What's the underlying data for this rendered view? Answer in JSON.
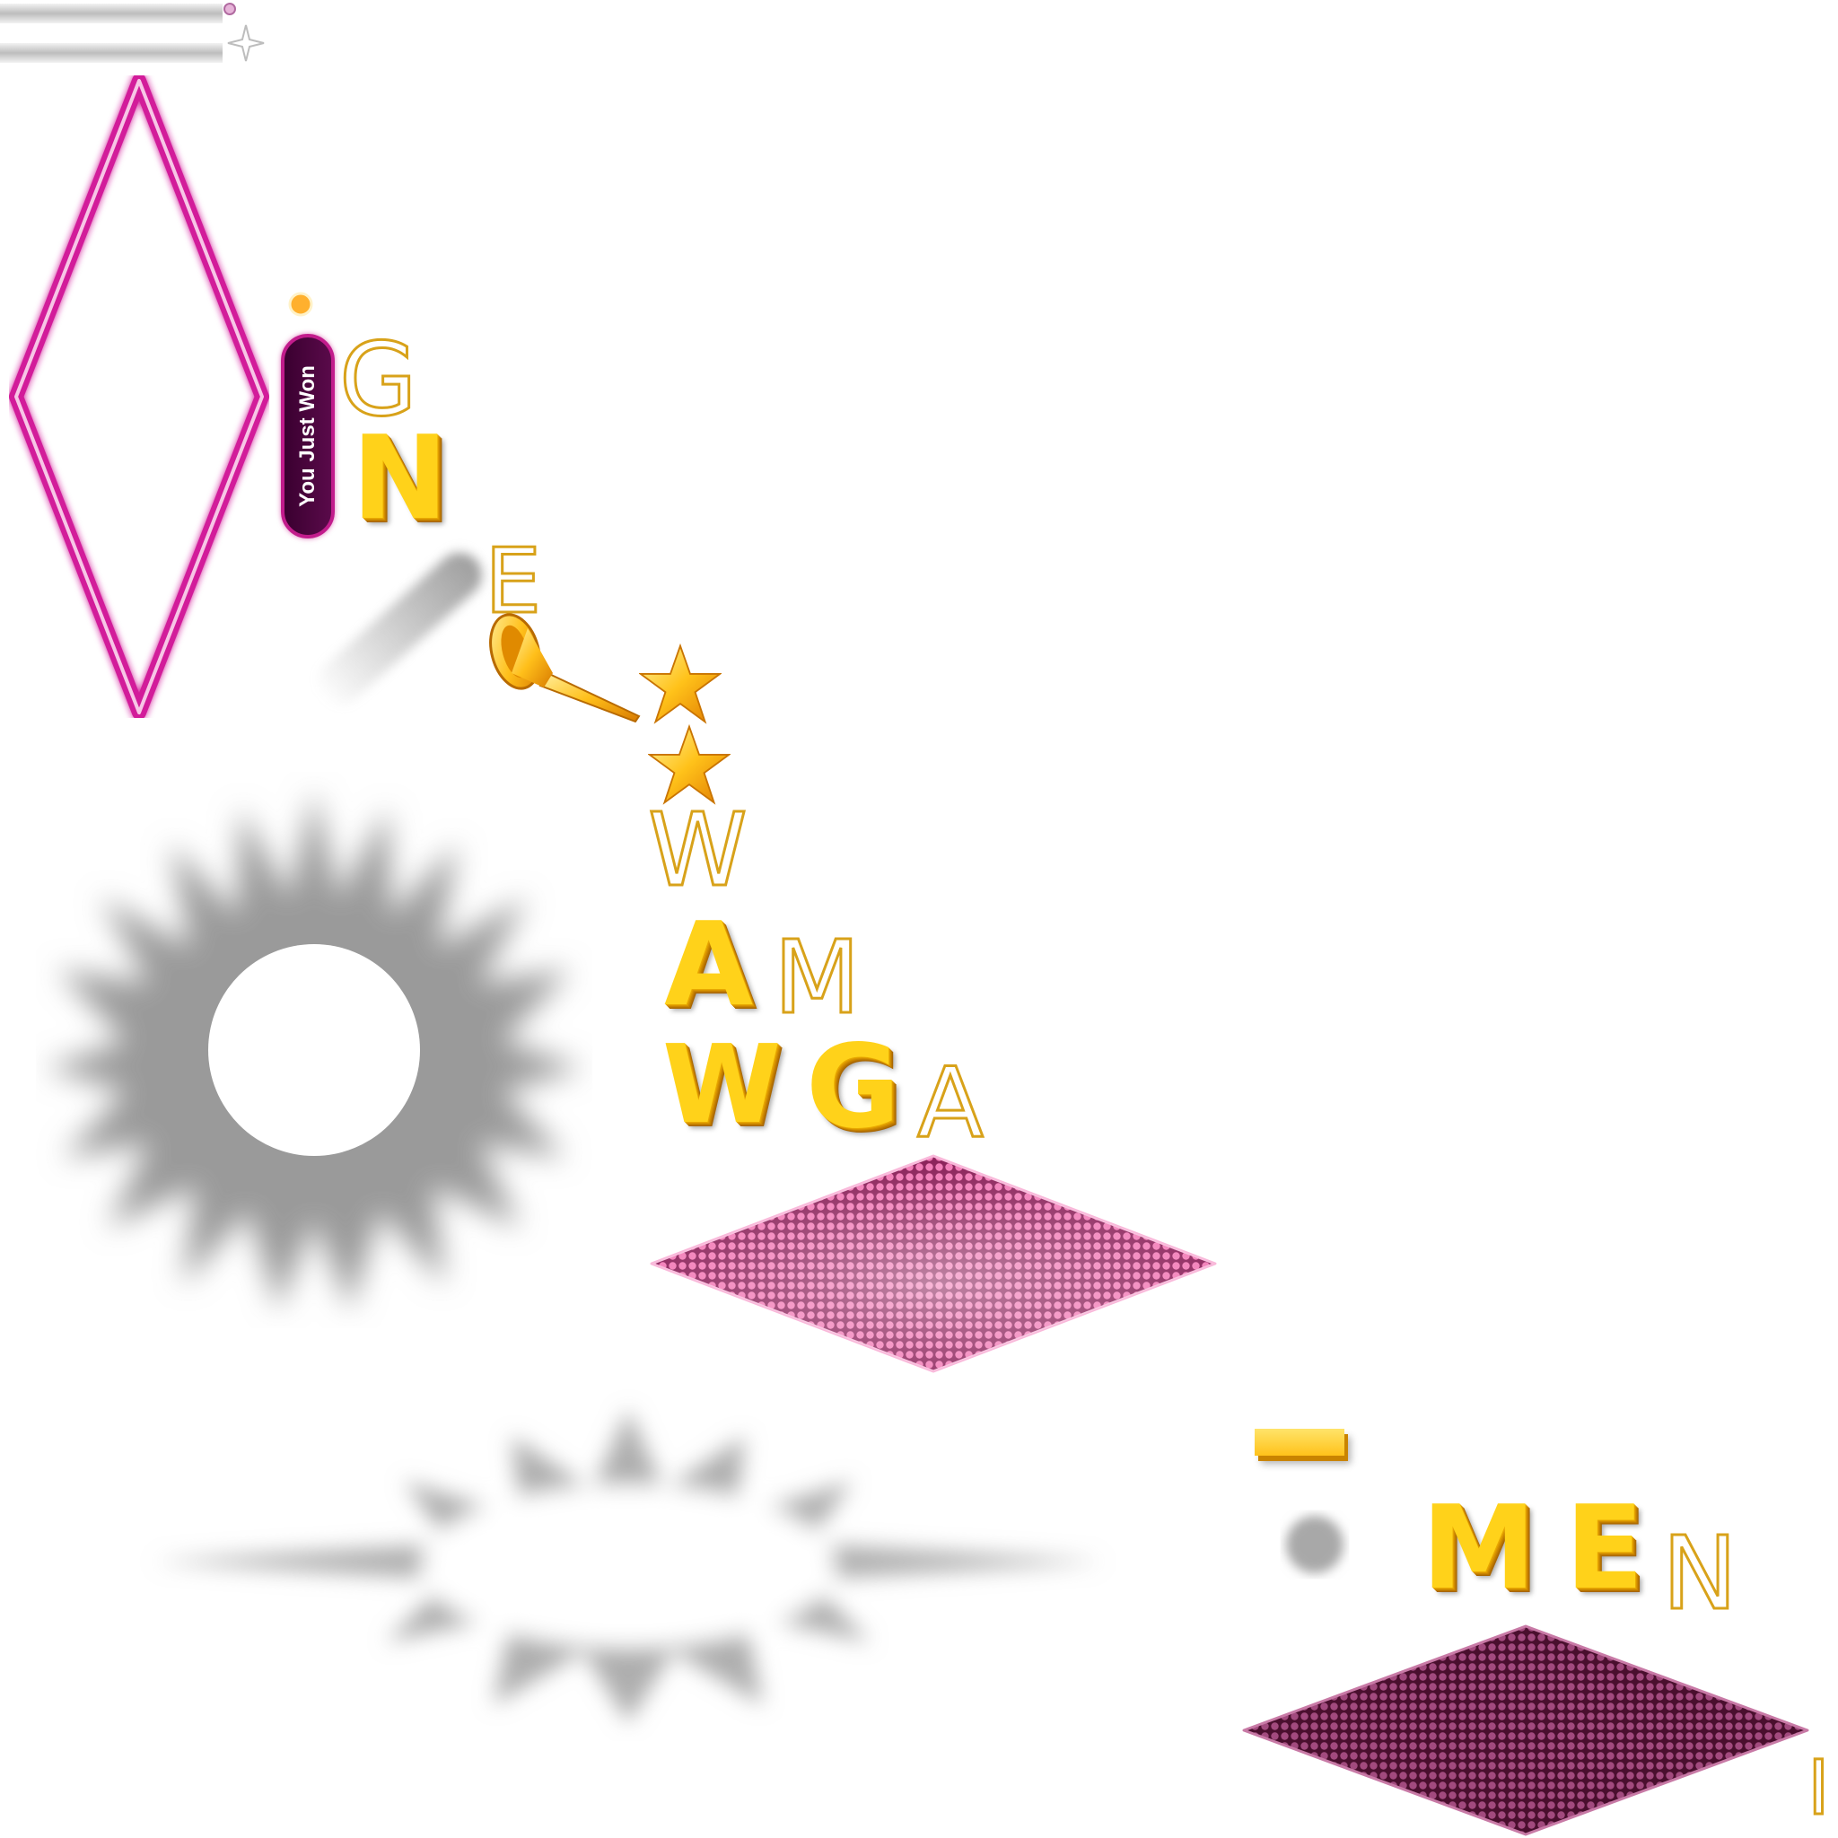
{
  "banner": {
    "label": "You Just Won"
  },
  "letters": {
    "g_outline": "G",
    "n_gold": "N",
    "e_outline": "E",
    "w_outline": "W",
    "a_gold": "A",
    "m_outline": "M",
    "w_gold": "W",
    "g_gold": "G",
    "a_outline": "A",
    "dash_gold": "-",
    "m_gold": "M",
    "e_gold": "E",
    "n_outline": "N",
    "i_outline": "I"
  },
  "colors": {
    "neon_pink": "#d21c9a",
    "gold": "#ffd21a",
    "gold_outline": "#d8a21a",
    "sequin_pink": "#e0488f",
    "sequin_dark": "#7a1f52",
    "shadow_grey": "#9a9a9a"
  },
  "icons": [
    "sparkle-icon",
    "trumpet-icon",
    "star-icon",
    "star-icon"
  ]
}
